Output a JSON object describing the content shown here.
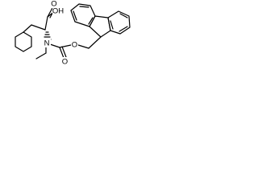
{
  "molecule": {
    "atoms": {
      "acid_oh": "OH",
      "acid_o": "O",
      "nitrogen": "N",
      "carbamate_o_ester": "O",
      "carbamate_o_carbonyl": "O"
    }
  }
}
